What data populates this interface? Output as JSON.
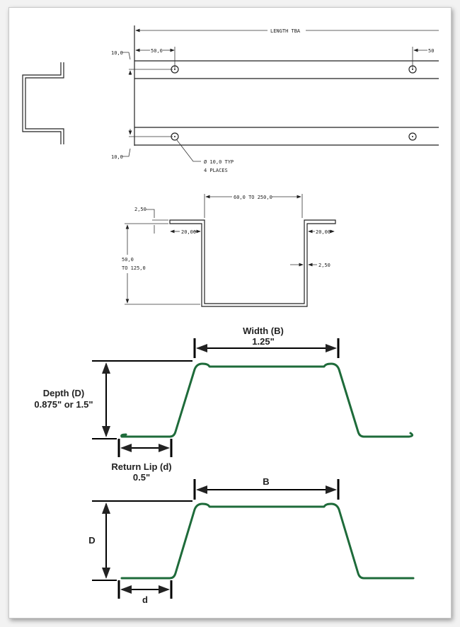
{
  "drawing1": {
    "length": "LENGTH TBA",
    "hole_offset_left": "50,0",
    "hole_offset_right": "50",
    "edge_top": "10,0",
    "edge_bottom": "10,0",
    "hole_note_line1": "Ø  10,0 TYP",
    "hole_note_line2": "4 PLACES"
  },
  "drawing2": {
    "width_range": "60,0  TO  250,0",
    "thickness_top": "2,50",
    "flange_left": "20,00",
    "flange_right": "20,00",
    "thickness_side": "2,50",
    "depth_line1": "50,0",
    "depth_line2": "TO  125,0"
  },
  "profile1": {
    "width_label": "Width (B)",
    "width_value": "1.25\"",
    "depth_label": "Depth (D)",
    "depth_value": "0.875\" or 1.5\"",
    "lip_label": "Return Lip (d)",
    "lip_value": "0.5\""
  },
  "profile2": {
    "width_label": "B",
    "depth_label": "D",
    "lip_label": "d"
  },
  "colors": {
    "profile": "#1e6b3a"
  }
}
